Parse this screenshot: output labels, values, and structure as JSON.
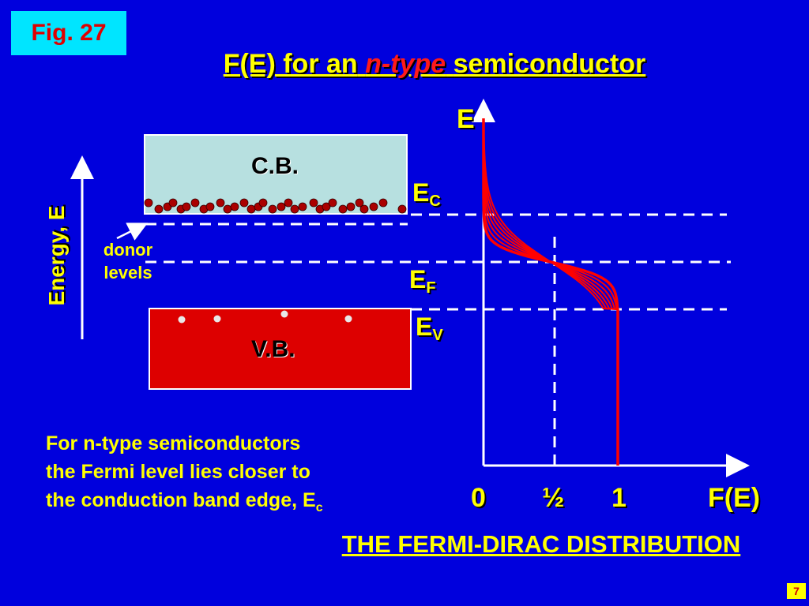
{
  "figure_tag": "Fig. 27",
  "title": {
    "prefix": "F(E) for an",
    "accent": "n-type",
    "suffix": "semiconductor"
  },
  "bands": {
    "conduction": "C.B.",
    "valence": "V.B."
  },
  "energy_axis_label": "Energy, E",
  "donor_label": [
    "donor",
    "levels"
  ],
  "levels": {
    "ec_main": "E",
    "ec_sub": "C",
    "ef_main": "E",
    "ef_sub": "F",
    "ev_main": "E",
    "ev_sub": "V"
  },
  "caption": {
    "line1": "For n-type semiconductors",
    "line2": "the Fermi level lies closer to",
    "line3": "the conduction band edge, E",
    "line3_sub": "c"
  },
  "graph": {
    "y_label": "E",
    "x_label": "F(E)",
    "ticks": [
      "0",
      "½",
      "1"
    ]
  },
  "subtitle": "THE FERMI-DIRAC DISTRIBUTION",
  "page_number": "7",
  "colors": {
    "background": "#0000dd",
    "text": "#ffff00",
    "accent_red": "#ff1a1a",
    "conduction_band": "#b7e0e0",
    "valence_band": "#dd0000",
    "curves": "#ff0000",
    "electron": "#aa0000"
  }
}
